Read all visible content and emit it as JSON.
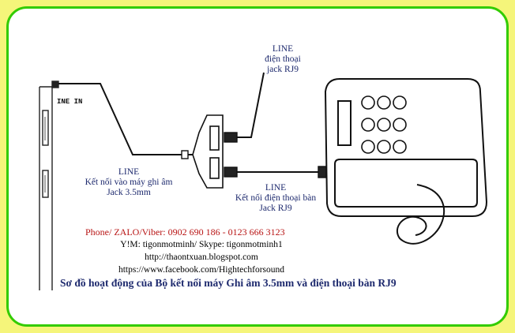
{
  "labels": {
    "line_in": "INE IN",
    "phone_line": [
      "LINE",
      "điện thoại",
      "jack RJ9"
    ],
    "recorder": [
      "LINE",
      "Kết nối vào máy ghi âm",
      "Jack 3.5mm"
    ],
    "desk_phone": [
      "LINE",
      "Kết nối điện thoại bàn",
      "Jack RJ9"
    ]
  },
  "contact": {
    "phone": "Phone/ ZALO/Viber: 0902 690 186 - 0123 666 3123",
    "yim": "Y!M: tigonmotminh/ Skype: tigonmotminh1",
    "blog": "http://thaontxuan.blogspot.com",
    "facebook": "https://www.facebook.com/Hightechforsound"
  },
  "caption": "Sơ đồ hoạt động của Bộ kết nối máy Ghi âm 3.5mm và điện thoại bàn RJ9",
  "colors": {
    "outer_bg": "#f5f57a",
    "border": "#33cc00",
    "label_text": "#1e2a6e",
    "contact_text": "#b81414"
  }
}
